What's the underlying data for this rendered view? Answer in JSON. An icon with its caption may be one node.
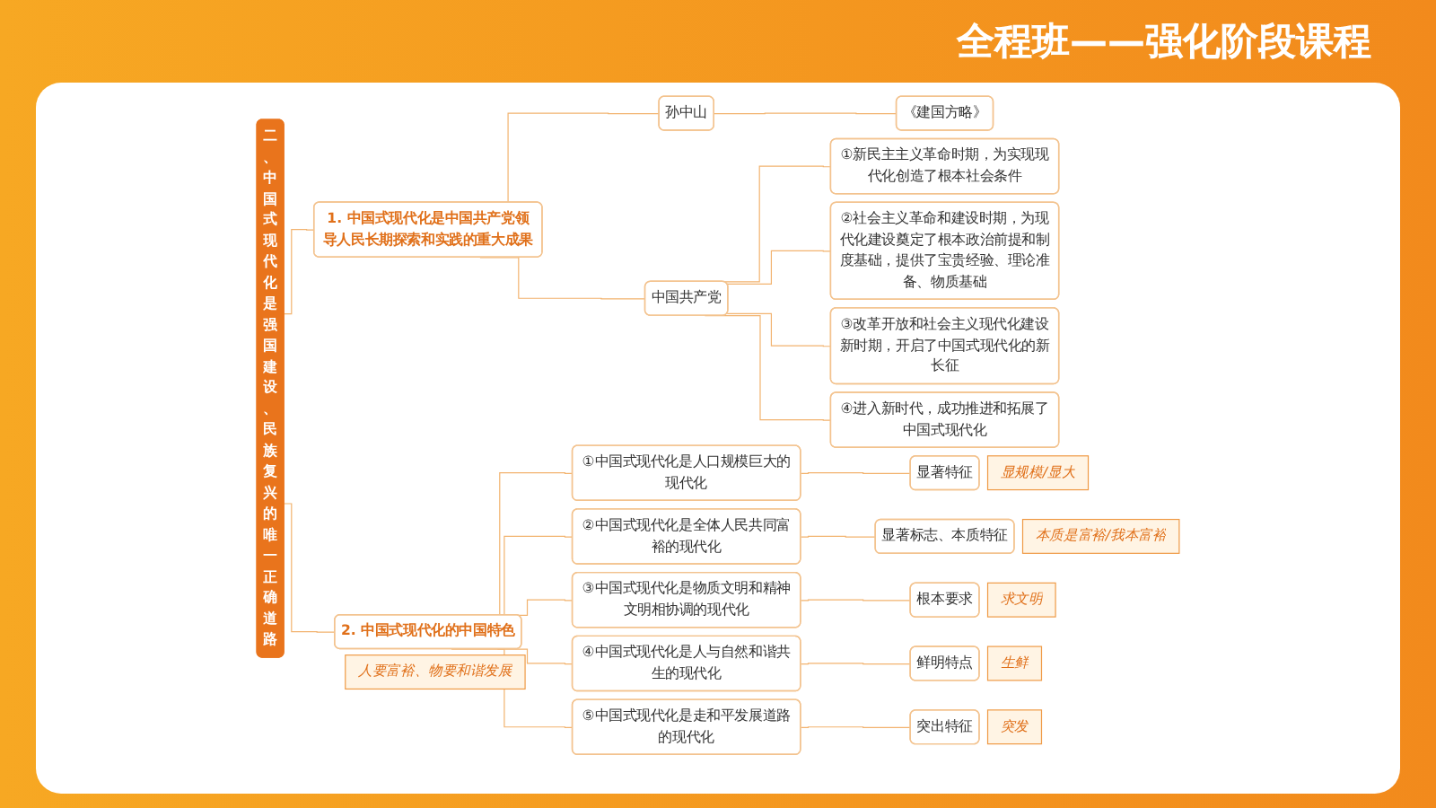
{
  "diagram": {
    "title": "全程班——强化阶段课程",
    "nodes": [
      {
        "text": [
          "二、中国式现代化是强国建设、民族复兴的唯一正确道路"
        ]
      },
      {
        "text": [
          "1. 中国式现代化是中国共产党领导人民长期探索和实践的重大成果"
        ]
      },
      {
        "text": [
          "孙中山"
        ]
      },
      {
        "text": [
          "《建国方略》"
        ]
      },
      {
        "text": [
          "中国共产党"
        ]
      },
      {
        "text": [
          "①新民主主义革命时期，为实现现代化创造了根本社会条件"
        ]
      },
      {
        "text": [
          "②社会主义革命和建设时期，为现代化建设奠定了根本政治前提和制度基础，提供了宝贵经验、理论准备、物质基础"
        ]
      },
      {
        "text": [
          "③改革开放和社会主义现代化建设新时期，开启了中国式现代化的新长征"
        ]
      },
      {
        "text": [
          "④进入新时代，成功推进和拓展了中国式现代化"
        ]
      },
      {
        "text": [
          "2. 中国式现代化的中国特色"
        ],
        "beside": [
          "人要富裕、物要和谐发展"
        ]
      },
      {
        "text": [
          "①中国式现代化是人口规模巨大的现代化"
        ]
      },
      {
        "text": [
          "显著特征"
        ],
        "beside": [
          "显规模/显大"
        ]
      },
      {
        "text": [
          "②中国式现代化是全体人民共同富裕的现代化"
        ]
      },
      {
        "text": [
          "显著标志、本质特征"
        ],
        "beside": [
          "本质是富裕/我本富裕"
        ]
      },
      {
        "text": [
          "③中国式现代化是物质文明和精神文明相协调的现代化"
        ]
      },
      {
        "text": [
          "根本要求"
        ],
        "beside": [
          "求文明"
        ]
      },
      {
        "text": [
          "④中国式现代化是人与自然和谐共生的现代化"
        ]
      },
      {
        "text": [
          "鲜明特点"
        ],
        "beside": [
          "生鲜"
        ]
      },
      {
        "text": [
          "⑤中国式现代化是走和平发展道路的现代化"
        ]
      },
      {
        "text": [
          "突出特征"
        ],
        "beside": [
          "突发"
        ]
      }
    ],
    "edges": [
      {
        "from": 0,
        "to": 1,
        "arrow": "none"
      },
      {
        "from": 1,
        "to": 2,
        "arrow": "none"
      },
      {
        "from": 2,
        "to": 3,
        "arrow": "none"
      },
      {
        "from": 1,
        "to": 4,
        "arrow": "none"
      },
      {
        "from": 4,
        "to": 5,
        "arrow": "none"
      },
      {
        "from": 4,
        "to": 6,
        "arrow": "none"
      },
      {
        "from": 4,
        "to": 7,
        "arrow": "none"
      },
      {
        "from": 4,
        "to": 8,
        "arrow": "none"
      },
      {
        "from": 0,
        "to": 9,
        "arrow": "none"
      },
      {
        "from": 9,
        "to": 10,
        "arrow": "none"
      },
      {
        "from": 10,
        "to": 11,
        "arrow": "none"
      },
      {
        "from": 9,
        "to": 12,
        "arrow": "none"
      },
      {
        "from": 12,
        "to": 13,
        "arrow": "none"
      },
      {
        "from": 9,
        "to": 14,
        "arrow": "none"
      },
      {
        "from": 14,
        "to": 15,
        "arrow": "none"
      },
      {
        "from": 9,
        "to": 16,
        "arrow": "none"
      },
      {
        "from": 16,
        "to": 17,
        "arrow": "none"
      },
      {
        "from": 9,
        "to": 18,
        "arrow": "none"
      },
      {
        "from": 18,
        "to": 19,
        "arrow": "none"
      }
    ]
  }
}
